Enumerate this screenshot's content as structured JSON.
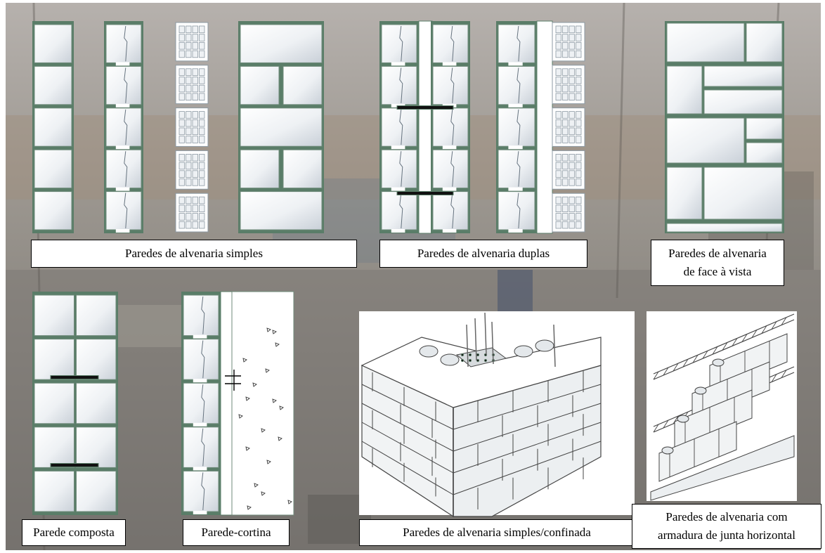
{
  "labels": {
    "simples": "Paredes de alvenaria simples",
    "duplas": "Paredes de alvenaria duplas",
    "face_vista_1": "Paredes de alvenaria",
    "face_vista_2": "de face à vista",
    "composta": "Parede composta",
    "cortina": "Parede-cortina",
    "confinada": "Paredes de alvenaria simples/confinada",
    "armadura_1": "Paredes de alvenaria com",
    "armadura_2": "armadura de junta horizontal"
  },
  "colors": {
    "mortar": "#5a7d68",
    "block_light": "#fdfdfd",
    "block_shade": "#c9d0d8",
    "tie": "#111111",
    "background_photo": "#8a857e"
  }
}
